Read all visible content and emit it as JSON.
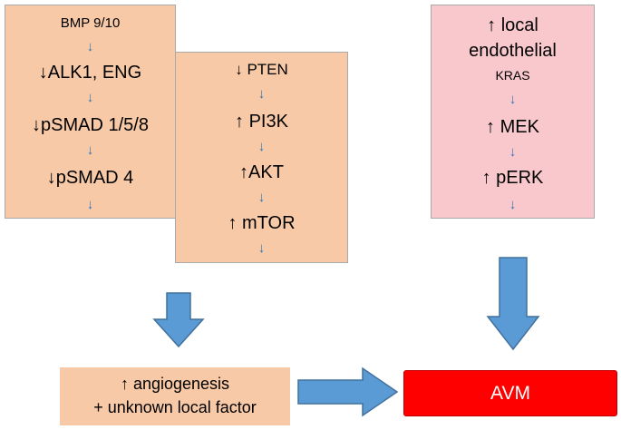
{
  "left_pathway": {
    "items": [
      "BMP 9/10",
      "↓ALK1, ENG",
      "↓pSMAD 1/5/8",
      "↓pSMAD 4"
    ],
    "arrows": [
      "↓",
      "↓",
      "↓",
      "↓"
    ]
  },
  "middle_pathway": {
    "link_arrow": "→",
    "items": [
      "↓ PTEN",
      "↑ PI3K",
      "↑AKT",
      "↑ mTOR"
    ],
    "arrows": [
      "↓",
      "↓",
      "↓",
      "↓"
    ]
  },
  "right_pathway": {
    "items": [
      "↑ local",
      "endothelial",
      "KRAS",
      "↑ MEK",
      "↑ pERK"
    ],
    "arrows": [
      "↓",
      "↓",
      "↓"
    ]
  },
  "angiogenesis": {
    "line1": "↑ angiogenesis",
    "line2": "+ unknown local factor"
  },
  "outcome": {
    "label": "AVM"
  },
  "colors": {
    "peach": "#f7c9a7",
    "pink": "#f8c8cc",
    "red": "#ff0000",
    "arrow_blue": "#5b9bd5",
    "small_arrow_blue": "#2e75b6"
  }
}
